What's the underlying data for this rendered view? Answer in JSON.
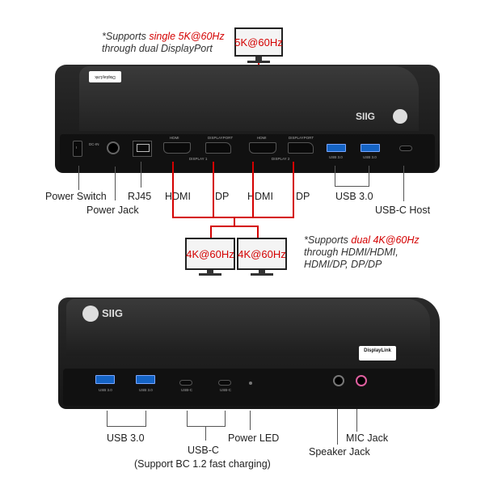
{
  "top": {
    "note": {
      "line1_prefix": "*Supports ",
      "line1_highlight": "single 5K@60Hz",
      "line2": "through dual DisplayPort"
    },
    "monitor_5k_label": "5K@60Hz",
    "brand": "SIIG",
    "displaylink_badge": "DisplayLink",
    "panel_text": {
      "hdmi": "HDMI",
      "displayport": "DISPLAYPORT",
      "display1": "DISPLAY 1",
      "display2": "DISPLAY 2",
      "usb30": "USB 3.0",
      "dcin": "DC-IN"
    },
    "labels": {
      "power_switch": "Power Switch",
      "power_jack": "Power Jack",
      "rj45": "RJ45",
      "hdmi1": "HDMI",
      "dp1": "DP",
      "hdmi2": "HDMI",
      "dp2": "DP",
      "usb30": "USB 3.0",
      "usbc_host": "USB-C Host"
    },
    "monitor_4k_left": "4K@60Hz",
    "monitor_4k_right": "4K@60Hz",
    "note2": {
      "line1_prefix": "*Supports ",
      "line1_highlight": "dual 4K@60Hz",
      "line2": "through HDMI/HDMI,",
      "line3": "HDMI/DP, DP/DP"
    }
  },
  "bottom": {
    "brand": "SIIG",
    "displaylink_badge": "DisplayLink",
    "panel_text": {
      "usb30": "USB 3.0",
      "usbc": "USB-C"
    },
    "labels": {
      "usb30": "USB 3.0",
      "usbc": "USB-C",
      "usbc_note": "(Support BC 1.2 fast charging)",
      "power_led": "Power LED",
      "speaker_jack": "Speaker Jack",
      "mic_jack": "MIC Jack"
    }
  },
  "colors": {
    "accent_red": "#d40000",
    "usb_blue": "#1463c4",
    "dock_black": "#1a1a1a",
    "mic_pink": "#e060a0"
  }
}
